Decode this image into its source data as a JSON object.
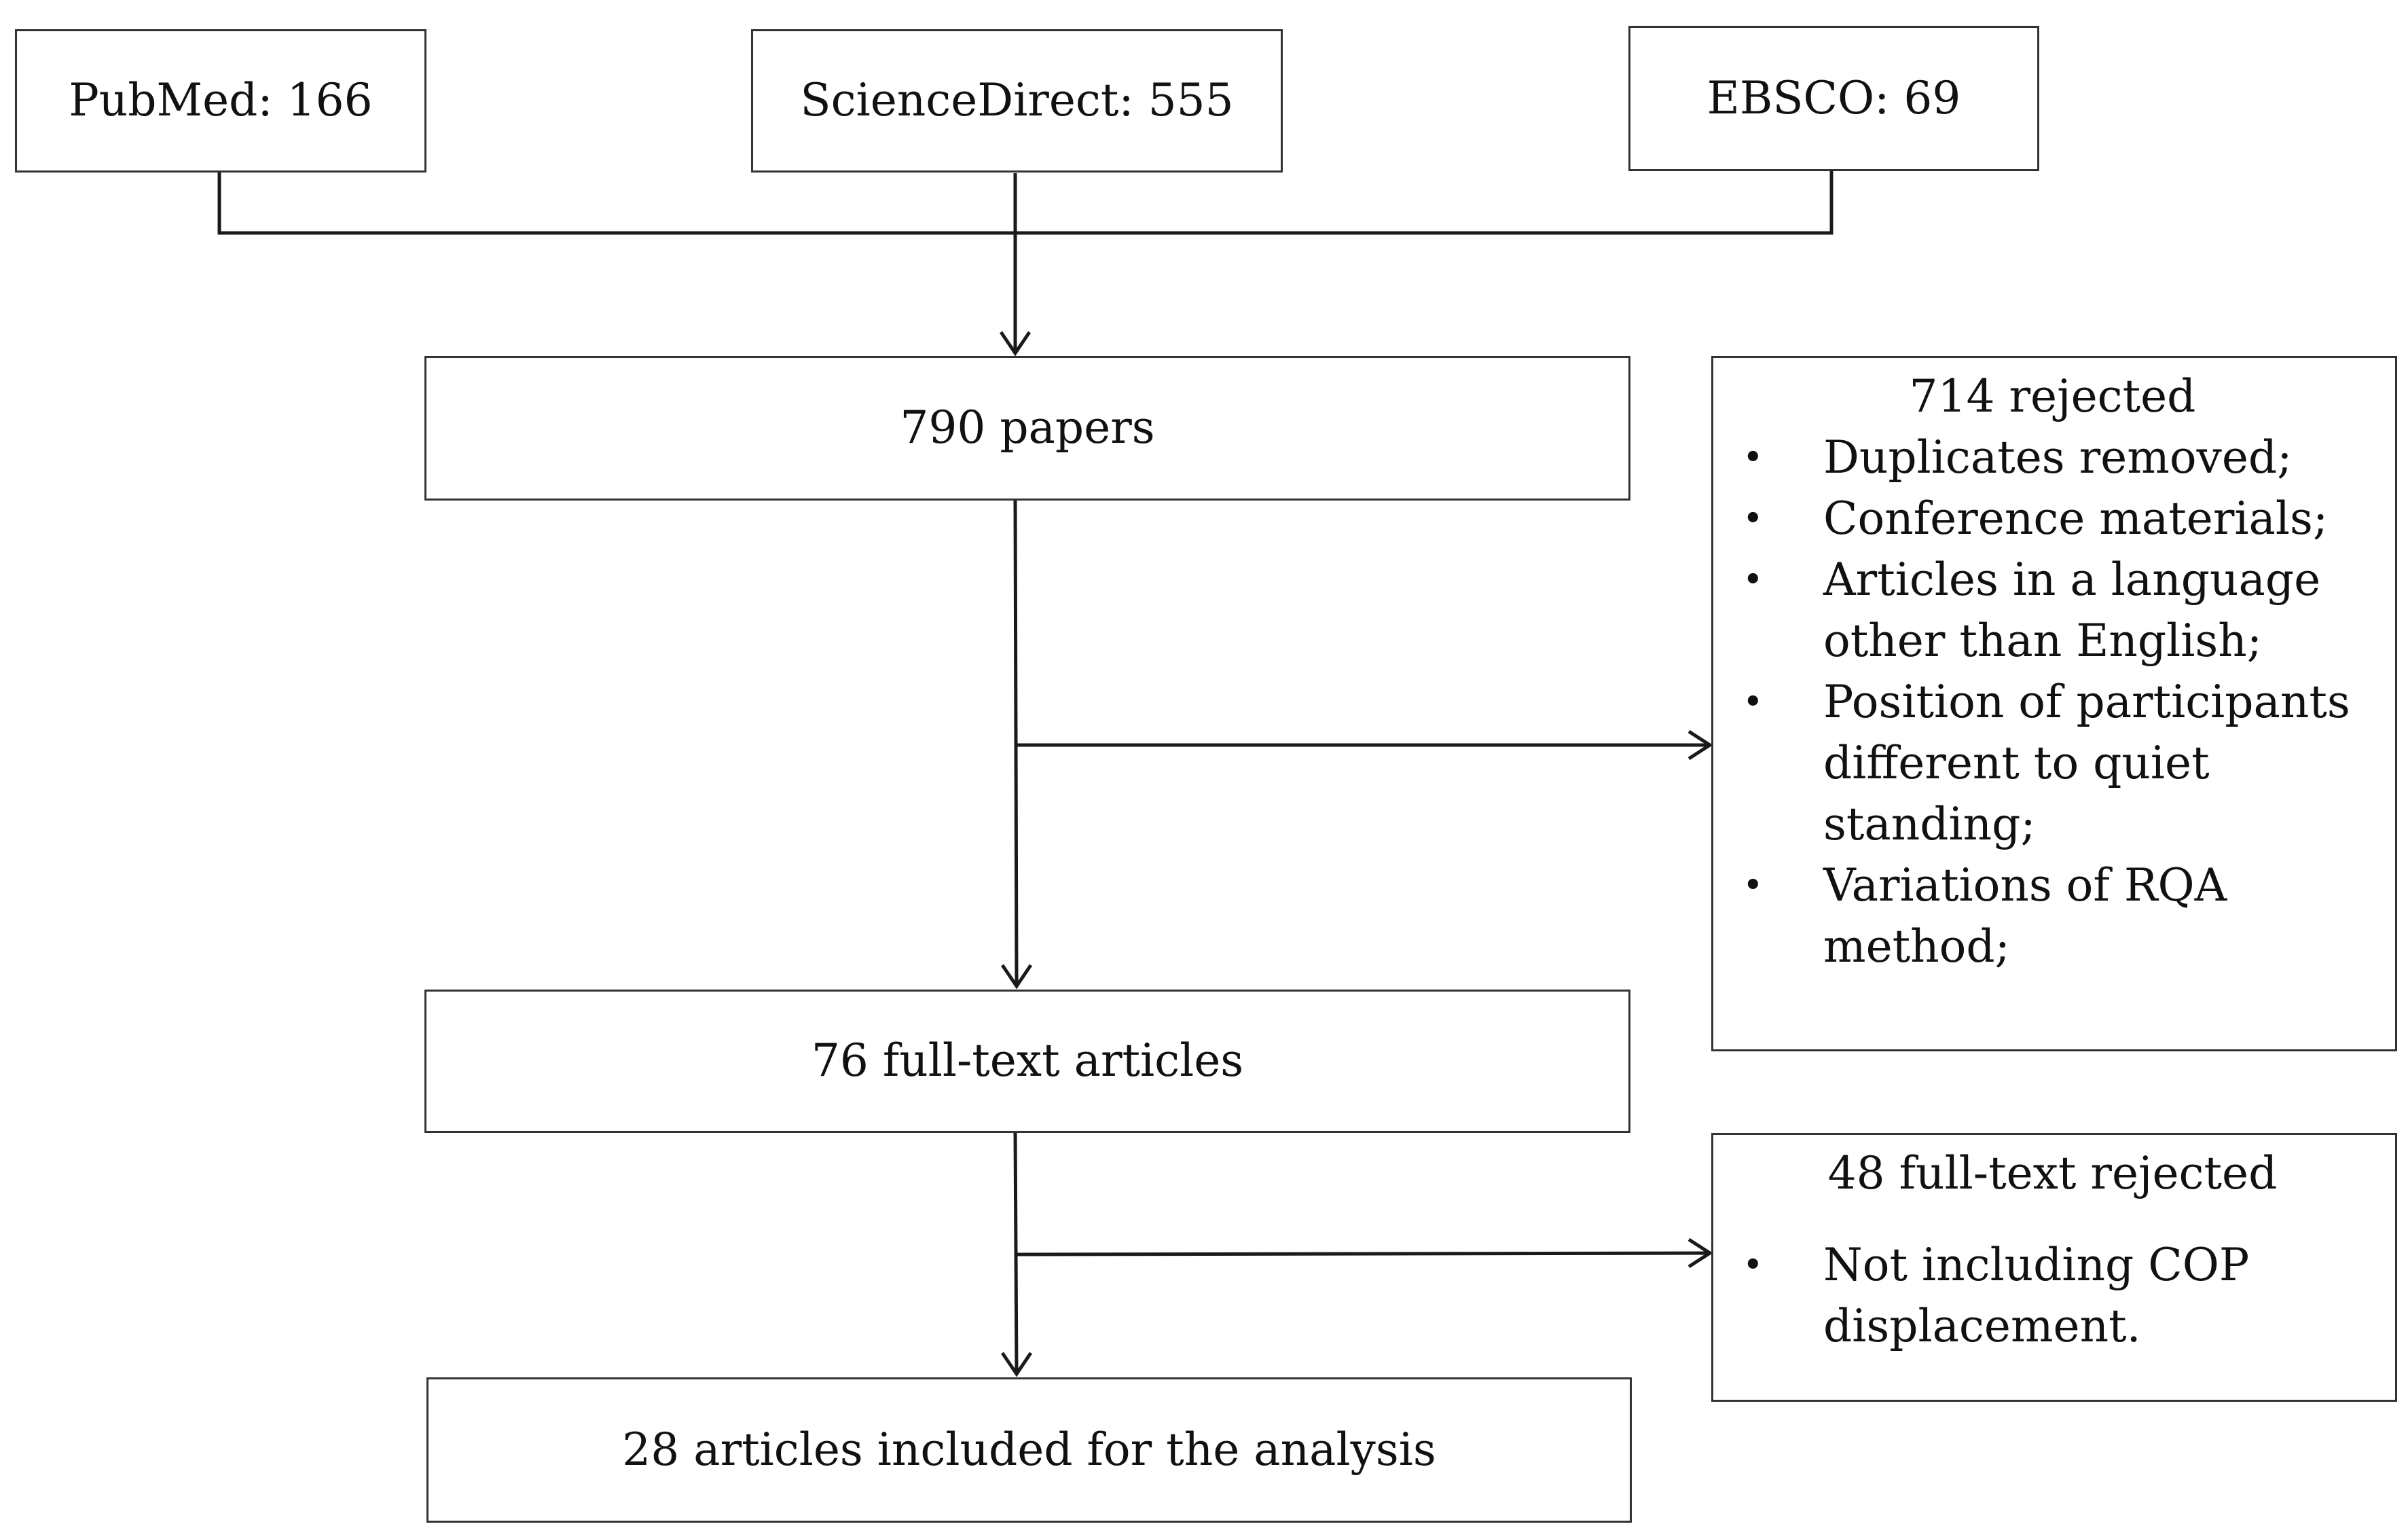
{
  "sources": {
    "pubmed": "PubMed: 166",
    "sciencedirect": "ScienceDirect: 555",
    "ebsco": "EBSCO: 69"
  },
  "steps": {
    "papers": "790 papers",
    "full_text": "76 full-text articles",
    "included": "28 articles included for the analysis"
  },
  "rejections": {
    "first": {
      "title": "714 rejected",
      "items": [
        "Duplicates removed;",
        "Conference materials;",
        "Articles in a language other than English;",
        "Position of participants different to quiet standing;",
        "Variations of RQA method;"
      ]
    },
    "second": {
      "title": "48 full-text rejected",
      "items": [
        "Not including COP displacement."
      ]
    }
  },
  "colors": {
    "line": "#1a1a1a",
    "border": "#333333",
    "text": "#111111"
  }
}
